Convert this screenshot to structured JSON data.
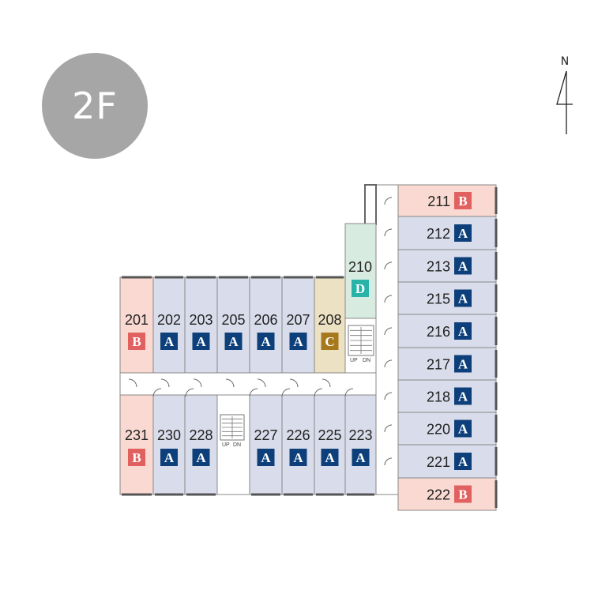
{
  "floor_label": "2F",
  "north_label": "N",
  "colors": {
    "A": "#0d3f7a",
    "B": "#e0615f",
    "C": "#a7791d",
    "D": "#28b3a9",
    "room_A": "#d9dcea",
    "room_B": "#f9d9d1",
    "room_C": "#ede1c3",
    "room_D": "#d8ebe1"
  },
  "rooms_top": [
    {
      "number": "201",
      "type": "B"
    },
    {
      "number": "202",
      "type": "A"
    },
    {
      "number": "203",
      "type": "A"
    },
    {
      "number": "205",
      "type": "A"
    },
    {
      "number": "206",
      "type": "A"
    },
    {
      "number": "207",
      "type": "A"
    },
    {
      "number": "208",
      "type": "C"
    }
  ],
  "rooms_bottom": [
    {
      "number": "231",
      "type": "B"
    },
    {
      "number": "230",
      "type": "A"
    },
    {
      "number": "228",
      "type": "A"
    },
    {
      "number": "227",
      "type": "A"
    },
    {
      "number": "226",
      "type": "A"
    },
    {
      "number": "225",
      "type": "A"
    },
    {
      "number": "223",
      "type": "A"
    }
  ],
  "room_210": {
    "number": "210",
    "type": "D"
  },
  "rooms_east": [
    {
      "number": "211",
      "type": "B"
    },
    {
      "number": "212",
      "type": "A"
    },
    {
      "number": "213",
      "type": "A"
    },
    {
      "number": "215",
      "type": "A"
    },
    {
      "number": "216",
      "type": "A"
    },
    {
      "number": "217",
      "type": "A"
    },
    {
      "number": "218",
      "type": "A"
    },
    {
      "number": "220",
      "type": "A"
    },
    {
      "number": "221",
      "type": "A"
    },
    {
      "number": "222",
      "type": "B"
    }
  ],
  "stairs": [
    {
      "up": "UP",
      "down": "DN"
    },
    {
      "up": "UP",
      "down": "DN"
    }
  ]
}
